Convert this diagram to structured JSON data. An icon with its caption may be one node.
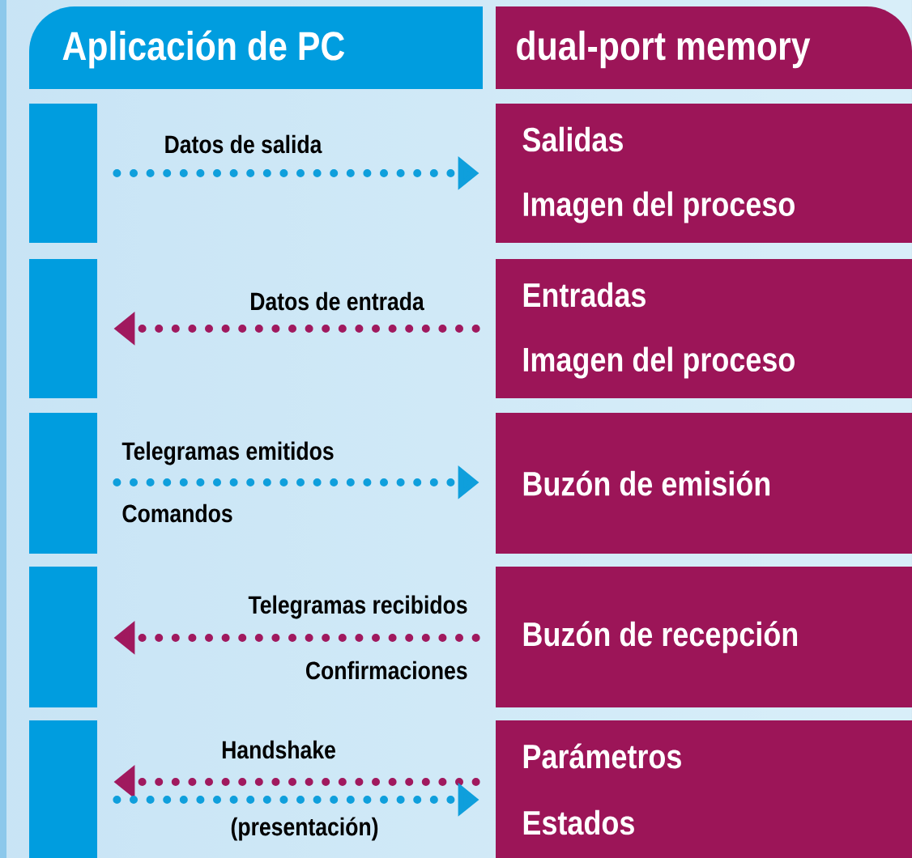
{
  "diagram": {
    "nodes": [
      {
        "text": [
          "Aplicación de PC"
        ]
      },
      {
        "text": [
          "dual-port memory"
        ]
      },
      {
        "text": [],
        "shape": "bar"
      },
      {
        "text": [
          "Salidas",
          "Imagen del proceso"
        ]
      },
      {
        "text": [],
        "shape": "bar"
      },
      {
        "text": [
          "Entradas",
          "Imagen del proceso"
        ]
      },
      {
        "text": [],
        "shape": "bar"
      },
      {
        "text": [
          "Buzón de emisión"
        ]
      },
      {
        "text": [],
        "shape": "bar"
      },
      {
        "text": [
          "Buzón de recepción"
        ]
      },
      {
        "text": [],
        "shape": "bar"
      },
      {
        "text": [
          "Parámetros",
          "Estados"
        ]
      }
    ],
    "edges": [
      {
        "from": 2,
        "to": 3,
        "arrow": "to",
        "color": "#0f9fdc"
      },
      {
        "from": 5,
        "to": 4,
        "arrow": "to",
        "color": "#a0195e"
      },
      {
        "from": 6,
        "to": 7,
        "arrow": "to",
        "color": "#0f9fdc"
      },
      {
        "from": 9,
        "to": 8,
        "arrow": "to",
        "color": "#a0195e"
      },
      {
        "from": 11,
        "to": 10,
        "arrow": "to",
        "color": "#a0195e"
      },
      {
        "from": 10,
        "to": 11,
        "arrow": "to",
        "color": "#0f9fdc"
      }
    ],
    "labels": [
      "Datos de salida",
      "Datos de entrada",
      "Telegramas emitidos",
      "Comandos",
      "Telegramas recibidos",
      "Confirmaciones",
      "Handshake",
      "(presentación)"
    ]
  }
}
